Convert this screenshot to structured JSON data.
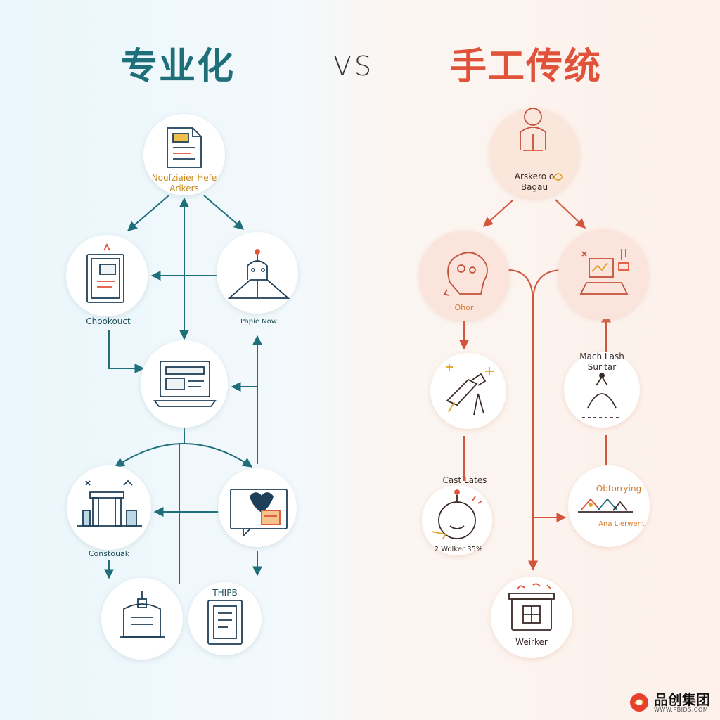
{
  "title_left": "专业化",
  "vs": "VS",
  "title_right": "手工传统",
  "left_nodes": {
    "top": "Noufziaier Hefe\nArikers",
    "mid_left": "Chookouct",
    "mid_right": "Papie Now",
    "bottom_left": "Constouak",
    "bottom_right": "THIPB"
  },
  "right_nodes": {
    "top": "Arskero o\nBagau",
    "left_upper": "Ohor",
    "right_mid": "Mach Lash\nSuritar",
    "left_lower": "Cast Lates",
    "left_lower_sub": "2 Wolker 35%",
    "right_lower": "Obtorrying",
    "right_lower_sub": "Ana Llerwent",
    "bottom": "Weirker"
  },
  "logo": {
    "name": "品创集团",
    "url": "WWW.PBIDS.COM"
  },
  "colors": {
    "teal": "#1f6f7a",
    "orange": "#e0533a",
    "gold": "#e0a020"
  }
}
